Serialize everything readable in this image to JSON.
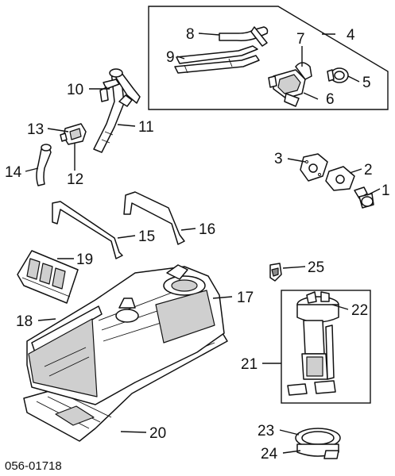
{
  "diagram_code": "056-01718",
  "callouts": [
    {
      "id": "1",
      "label": "1"
    },
    {
      "id": "2",
      "label": "2"
    },
    {
      "id": "3",
      "label": "3"
    },
    {
      "id": "4",
      "label": "4"
    },
    {
      "id": "5",
      "label": "5"
    },
    {
      "id": "6",
      "label": "6"
    },
    {
      "id": "7",
      "label": "7"
    },
    {
      "id": "8",
      "label": "8"
    },
    {
      "id": "9",
      "label": "9"
    },
    {
      "id": "10",
      "label": "10"
    },
    {
      "id": "11",
      "label": "11"
    },
    {
      "id": "12",
      "label": "12"
    },
    {
      "id": "13",
      "label": "13"
    },
    {
      "id": "14",
      "label": "14"
    },
    {
      "id": "15",
      "label": "15"
    },
    {
      "id": "16",
      "label": "16"
    },
    {
      "id": "17",
      "label": "17"
    },
    {
      "id": "18",
      "label": "18"
    },
    {
      "id": "19",
      "label": "19"
    },
    {
      "id": "20",
      "label": "20"
    },
    {
      "id": "21",
      "label": "21"
    },
    {
      "id": "22",
      "label": "22"
    },
    {
      "id": "23",
      "label": "23"
    },
    {
      "id": "24",
      "label": "24"
    },
    {
      "id": "25",
      "label": "25"
    }
  ]
}
